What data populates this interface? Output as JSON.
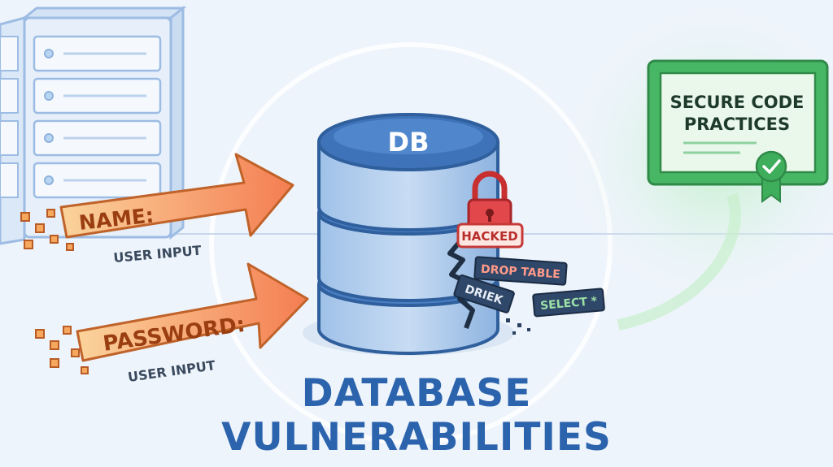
{
  "database": {
    "label": "DB"
  },
  "inputs": [
    {
      "field": "NAME:",
      "caption": "USER INPUT"
    },
    {
      "field": "PASSWORD:",
      "caption": "USER INPUT"
    }
  ],
  "attack": {
    "badge": "HACKED",
    "tags": [
      "DROP TABLE",
      "DRIEK",
      "SELECT *"
    ]
  },
  "certificate": {
    "line1": "SECURE CODE",
    "line2": "PRACTICES"
  },
  "title": {
    "line1": "DATABASE",
    "line2": "VULNERABILITIES"
  },
  "colors": {
    "background": "#eef4fb",
    "db_blue": "#4a7fc4",
    "arrow_orange": "#f59b4f",
    "alert_red": "#e2474b",
    "cert_green": "#3fae5c",
    "title_blue": "#2b63ad"
  }
}
